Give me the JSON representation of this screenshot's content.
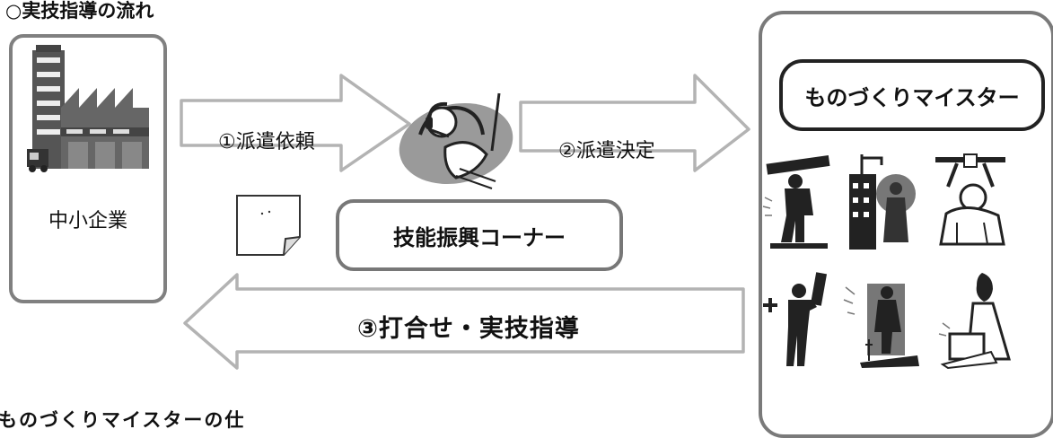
{
  "title": "○実技指導の流れ",
  "company": {
    "label": "中小企業"
  },
  "arrows": {
    "request": "①派遣依頼",
    "decision": "②派遣決定",
    "guidance": "③打合せ・実技指導"
  },
  "corner": {
    "label": "技能振興コーナー"
  },
  "meister": {
    "label": "ものづくりマイスター"
  },
  "bottom_text": "ものづくりマイスターの仕"
}
